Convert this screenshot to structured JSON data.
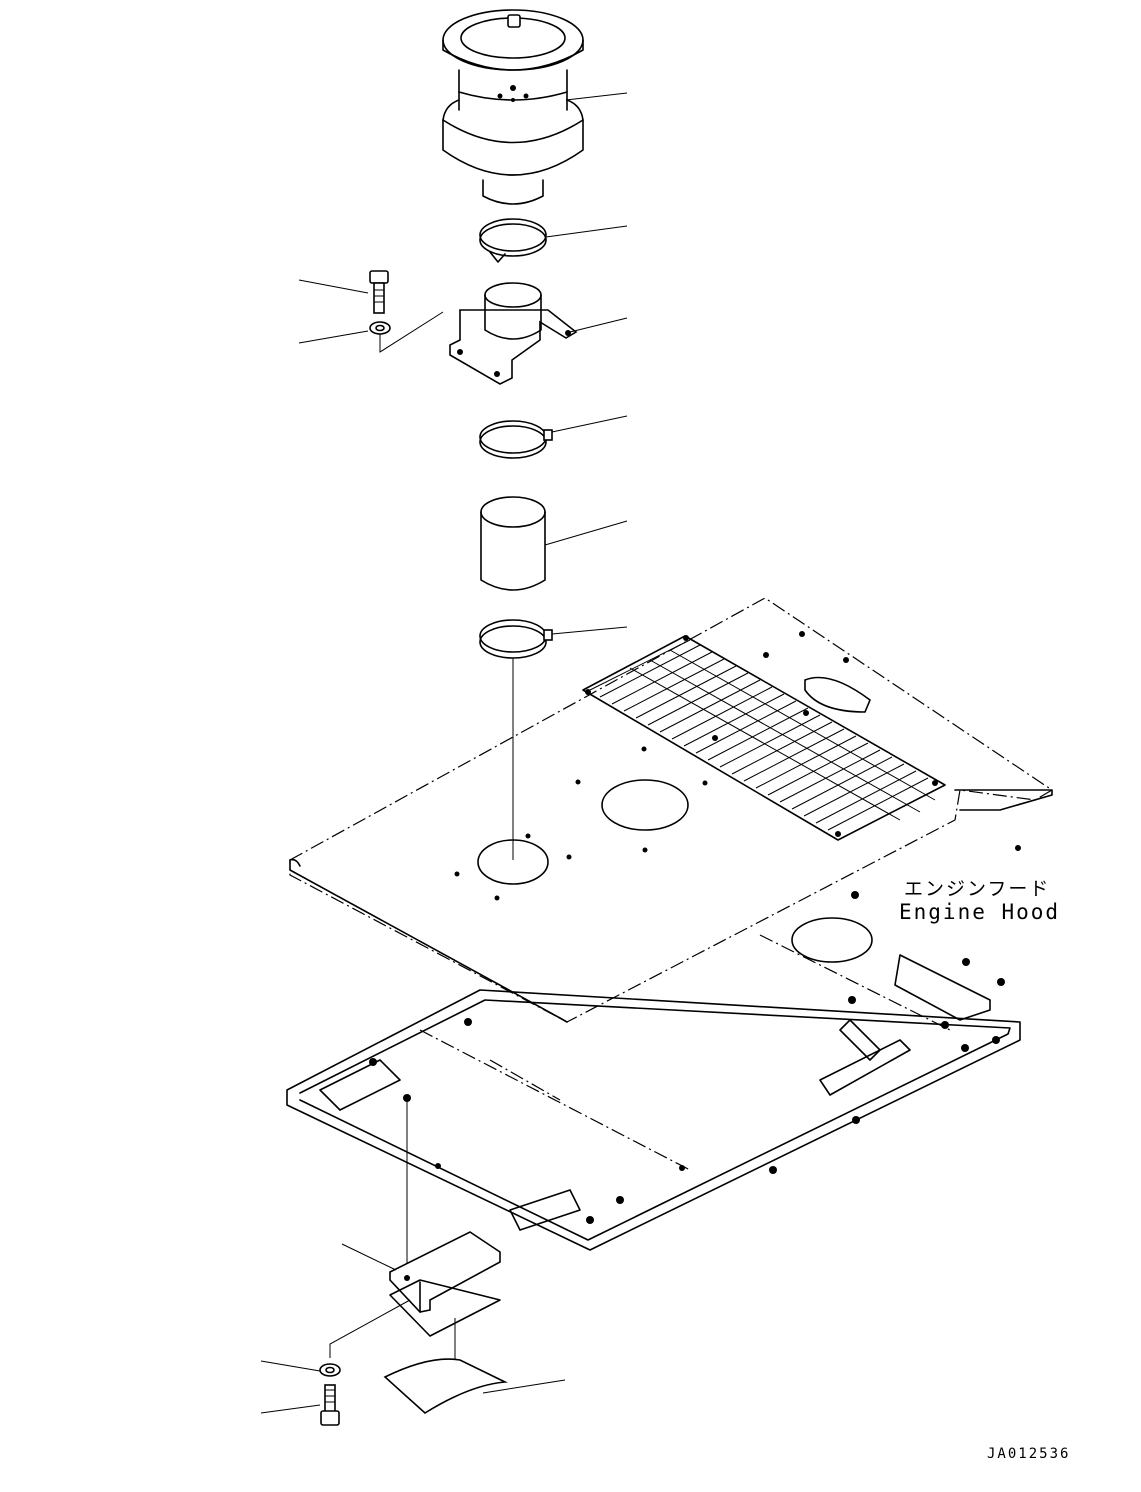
{
  "callouts": {
    "engine_hood_jp": "エンジンフード",
    "engine_hood_en": "Engine Hood"
  },
  "drawing_number": "JA012536"
}
